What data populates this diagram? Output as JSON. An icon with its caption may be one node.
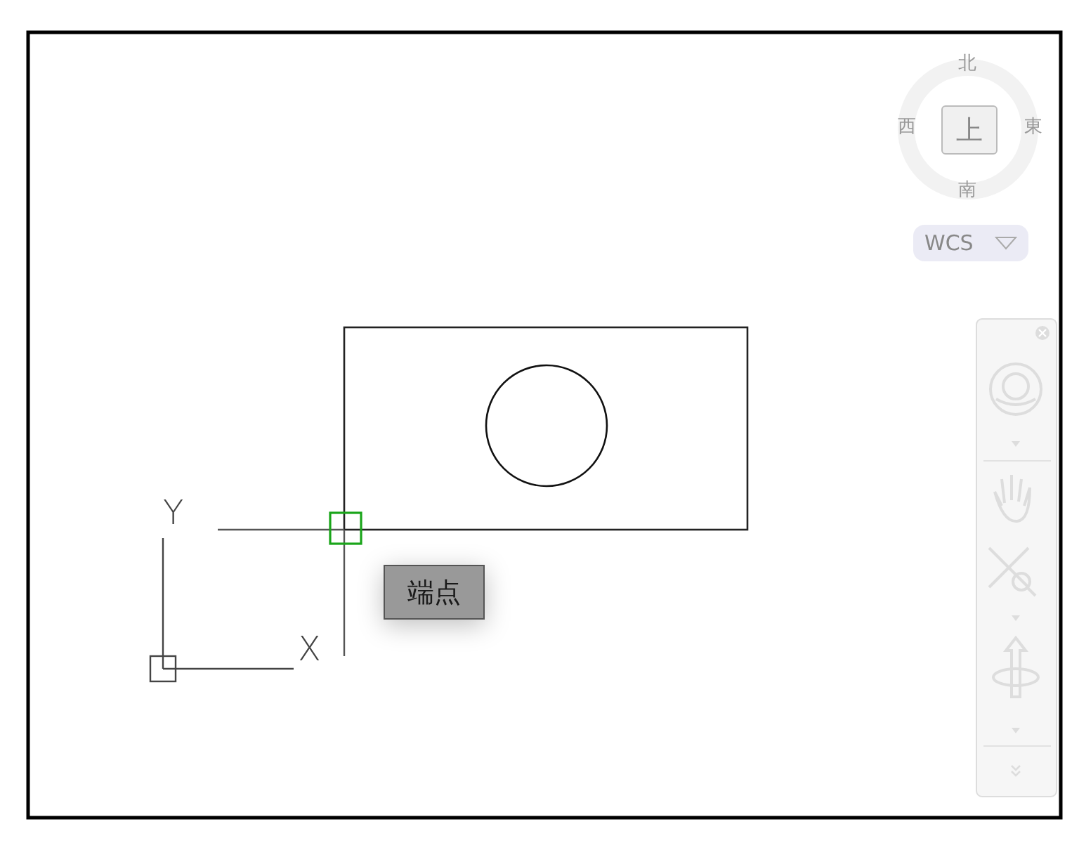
{
  "diagram": {
    "nodes": [
      {
        "text": [
          "上"
        ]
      },
      {
        "text": [
          "WCS"
        ]
      },
      {
        "text": [
          "端点"
        ]
      }
    ],
    "labels": [
      "北",
      "西",
      "東",
      "南",
      "Y",
      "X"
    ]
  }
}
